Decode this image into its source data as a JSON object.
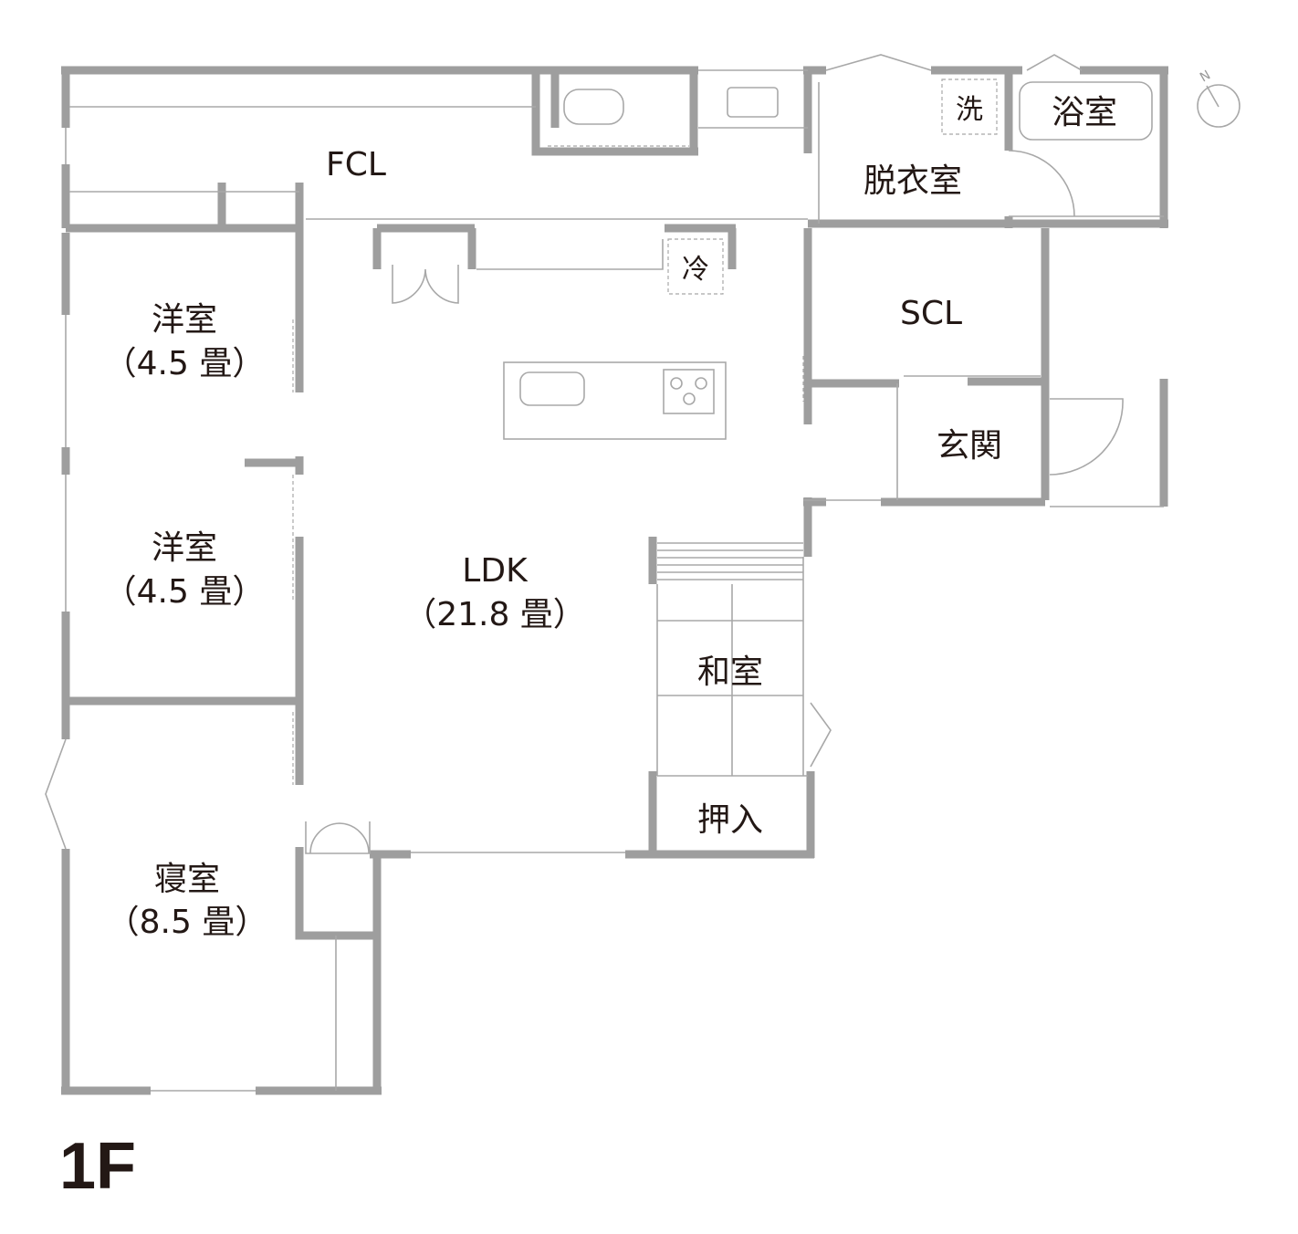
{
  "floor_label": "1F",
  "rooms": {
    "fcl": "FCL",
    "toilet": "",
    "dressing": "脱衣室",
    "washer": "洗",
    "bath": "浴室",
    "fridge": "冷",
    "scl": "SCL",
    "entrance": "玄関",
    "western1": {
      "name": "洋室",
      "size": "（4.5 畳）"
    },
    "western2": {
      "name": "洋室",
      "size": "（4.5 畳）"
    },
    "ldk": {
      "name": "LDK",
      "size": "（21.8 畳）"
    },
    "japanese": "和室",
    "closet": "押入",
    "bedroom": {
      "name": "寝室",
      "size": "（8.5 畳）"
    }
  },
  "colors": {
    "wall": "#9e9e9e",
    "text": "#231815"
  }
}
